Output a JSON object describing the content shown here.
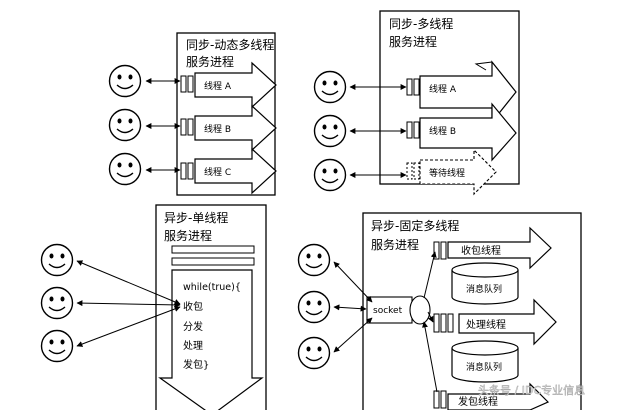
{
  "panels": {
    "sync_dynamic": {
      "title_line1": "同步-动态多线程",
      "title_line2": "服务进程",
      "threads": [
        "线程 A",
        "线程 B",
        "线程 C"
      ]
    },
    "sync_multi": {
      "title_line1": "同步-多线程",
      "title_line2": "服务进程",
      "threads": [
        "线程 A",
        "线程 B"
      ],
      "waiting": "等待线程"
    },
    "async_single": {
      "title_line1": "异步-单线程",
      "title_line2": "服务进程",
      "code": [
        "while(true){",
        "收包",
        "分发",
        "处理",
        "发包}"
      ]
    },
    "async_fixed": {
      "title_line1": "异步-固定多线程",
      "title_line2": "服务进程",
      "socket": "socket",
      "recv_thread": "收包线程",
      "queue1": "消息队列",
      "proc_thread": "处理线程",
      "queue2": "消息队列",
      "send_thread": "发包线程"
    }
  },
  "watermark": "头条号 / IDC专业信息"
}
